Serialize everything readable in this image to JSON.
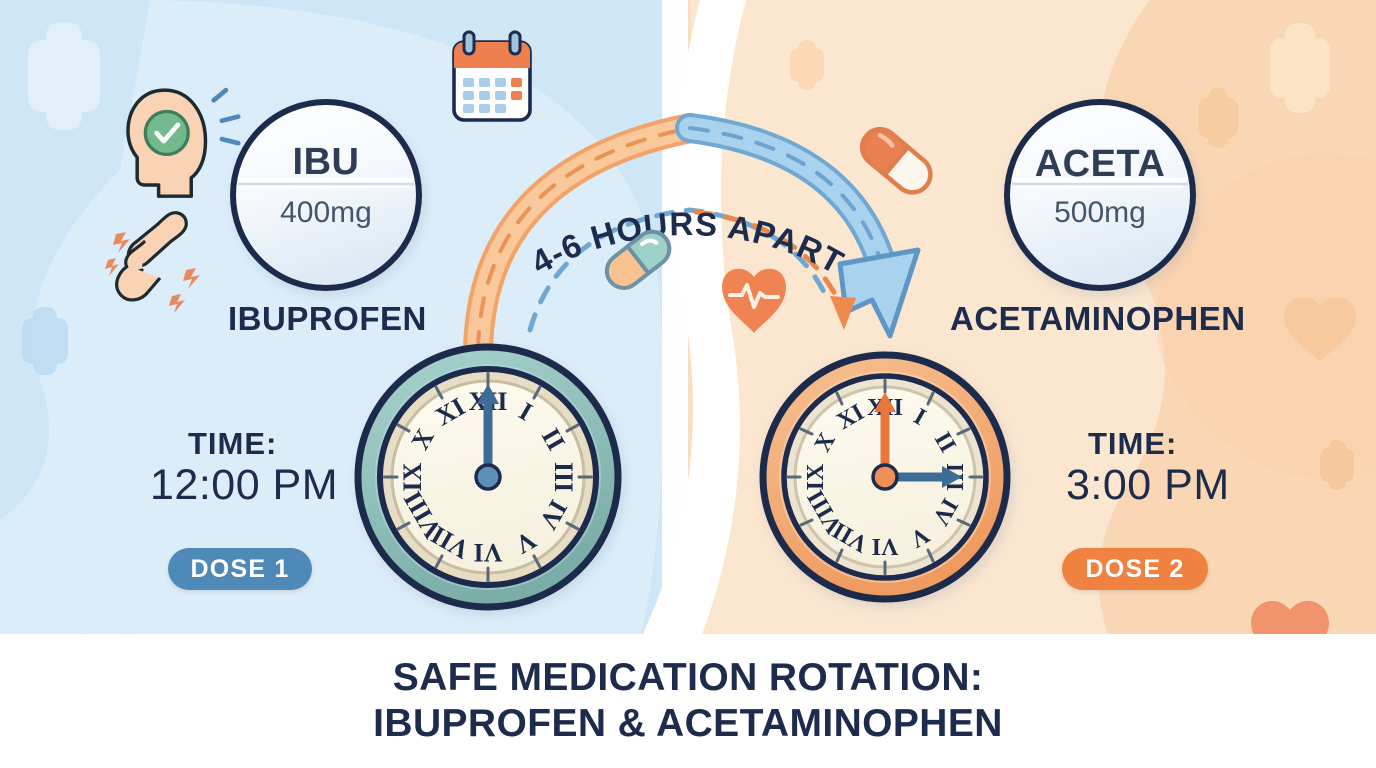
{
  "meta": {
    "title_line1": "SAFE MEDICATION ROTATION:",
    "title_line2": "IBUPROFEN & ACETAMINOPHEN"
  },
  "colors": {
    "left_background": "#cfe6f7",
    "left_background_light": "#dcedfa",
    "right_background": "#fadcbe",
    "right_background_light": "#fbe6d0",
    "navy_text": "#1d2b4c",
    "blue_accent": "#4e89b8",
    "orange_accent": "#ef8240",
    "teal_clock": "#8cc3bb",
    "green_leaf": "#8cc08a",
    "banner_background": "#ffffff"
  },
  "left_panel": {
    "pill": {
      "brand": "IBU",
      "dose": "400mg",
      "icon": "round-tablet-icon"
    },
    "drug_name": "IBUPROFEN",
    "time_label": "TIME:",
    "time_value": "12:00 PM",
    "dose_badge": "DOSE 1",
    "clock": {
      "hour": 12,
      "minute": 0,
      "rim_color": "#8cc3bb",
      "numerals": [
        "XII",
        "I",
        "II",
        "III",
        "IV",
        "V",
        "VI",
        "VII",
        "VIII",
        "IX",
        "X",
        "XI"
      ]
    },
    "icons": [
      "head-check-icon",
      "joint-pain-icon",
      "capsule-teal-icon",
      "cross-icon"
    ]
  },
  "right_panel": {
    "pill": {
      "brand": "ACETA",
      "dose": "500mg",
      "icon": "round-tablet-icon"
    },
    "drug_name": "ACETAMINOPHEN",
    "time_label": "TIME:",
    "time_value": "3:00 PM",
    "dose_badge": "DOSE 2",
    "clock": {
      "hour": 3,
      "minute": 0,
      "rim_color": "#f0a96c",
      "numerals": [
        "XII",
        "I",
        "II",
        "III",
        "IV",
        "V",
        "VI",
        "VII",
        "VIII",
        "IX",
        "X",
        "XI"
      ]
    },
    "icons": [
      "capsule-orange-icon",
      "heart-pulse-icon",
      "cross-icon",
      "heart-icon"
    ]
  },
  "center": {
    "arc_label": "4-6 HOURS APART",
    "calendar_icon": "calendar-icon",
    "arrow_direction": "left-to-right"
  },
  "decorations": {
    "bottom_left": [
      "leaf-icon",
      "capsule-orange-white-icon",
      "capsule-blue-icon",
      "cross-icon"
    ],
    "bottom_right": [
      "leaf-icon",
      "leaf-icon",
      "heart-icon"
    ],
    "top_left": [
      "cross-icon"
    ],
    "top_right": [
      "cross-icon",
      "cross-icon"
    ]
  }
}
